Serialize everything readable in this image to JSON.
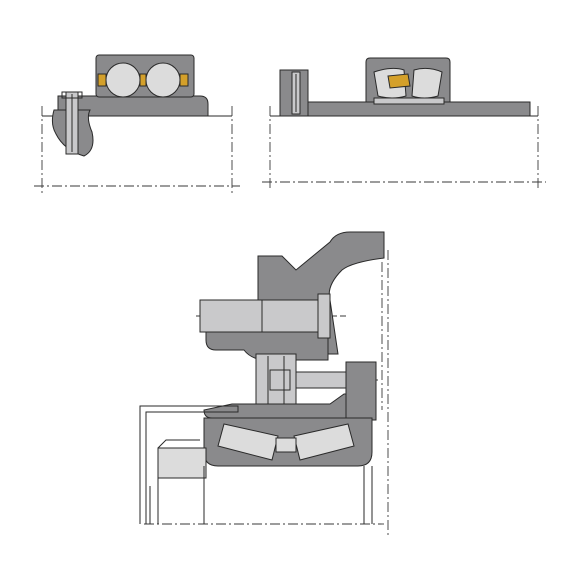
{
  "figure": {
    "panels": [
      {
        "name": "spherical-ball-bearing-on-shaft",
        "rolling_element": "ball"
      },
      {
        "name": "spherical-roller-bearing-on-shaft",
        "rolling_element": "barrel-roller"
      },
      {
        "name": "tapered-roller-bearing-housing-assembly",
        "rolling_element": "tapered-roller"
      }
    ],
    "colors": {
      "steel": "#8a8a8c",
      "steel_light": "#c9c9cb",
      "roller": "#dcdcdc",
      "cage": "#d4a02a",
      "line": "#2a2a2a"
    }
  }
}
